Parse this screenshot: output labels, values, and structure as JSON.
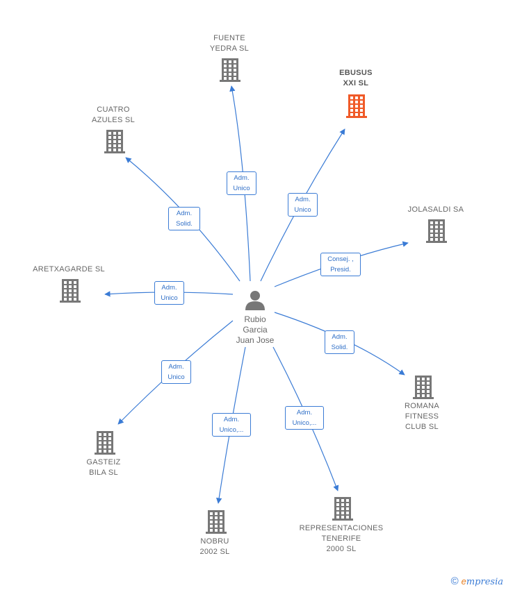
{
  "person": {
    "name": "Rubio\nGarcia\nJuan Jose"
  },
  "companies": [
    {
      "id": "fuente",
      "name": "FUENTE\nYEDRA SL",
      "highlight": false
    },
    {
      "id": "ebusus",
      "name": "EBUSUS\nXXI  SL",
      "highlight": true
    },
    {
      "id": "cuatro",
      "name": "CUATRO\nAZULES SL",
      "highlight": false
    },
    {
      "id": "jolasaldi",
      "name": "JOLASALDI SA",
      "highlight": false
    },
    {
      "id": "aretxa",
      "name": "ARETXAGARDE SL",
      "highlight": false
    },
    {
      "id": "romana",
      "name": "ROMANA\nFITNESS\nCLUB SL",
      "highlight": false
    },
    {
      "id": "gasteiz",
      "name": "GASTEIZ\nBILA  SL",
      "highlight": false
    },
    {
      "id": "nobru",
      "name": "NOBRU\n2002  SL",
      "highlight": false
    },
    {
      "id": "repre",
      "name": "REPRESENTACIONES\nTENERIFE\n2000 SL",
      "highlight": false
    }
  ],
  "relations": [
    {
      "to": "fuente",
      "lines": [
        "Adm.",
        "Unico"
      ]
    },
    {
      "to": "ebusus",
      "lines": [
        "Adm.",
        "Unico"
      ]
    },
    {
      "to": "cuatro",
      "lines": [
        "Adm.",
        "Solid."
      ]
    },
    {
      "to": "jolasaldi",
      "lines": [
        "Consej. ,",
        "Presid."
      ]
    },
    {
      "to": "aretxa",
      "lines": [
        "Adm.",
        "Unico"
      ]
    },
    {
      "to": "romana",
      "lines": [
        "Adm.",
        "Solid."
      ]
    },
    {
      "to": "gasteiz",
      "lines": [
        "Adm.",
        "Unico"
      ]
    },
    {
      "to": "nobru",
      "lines": [
        "Adm.",
        "Unico,..."
      ]
    },
    {
      "to": "repre",
      "lines": [
        "Adm.",
        "Unico,..."
      ]
    }
  ],
  "colors": {
    "edge": "#3a7bd5",
    "building": "#777777",
    "building_highlight": "#f05a28",
    "person": "#777777"
  },
  "footer": {
    "copyright": "©",
    "brand_initial": "e",
    "brand_rest": "mpresia"
  }
}
